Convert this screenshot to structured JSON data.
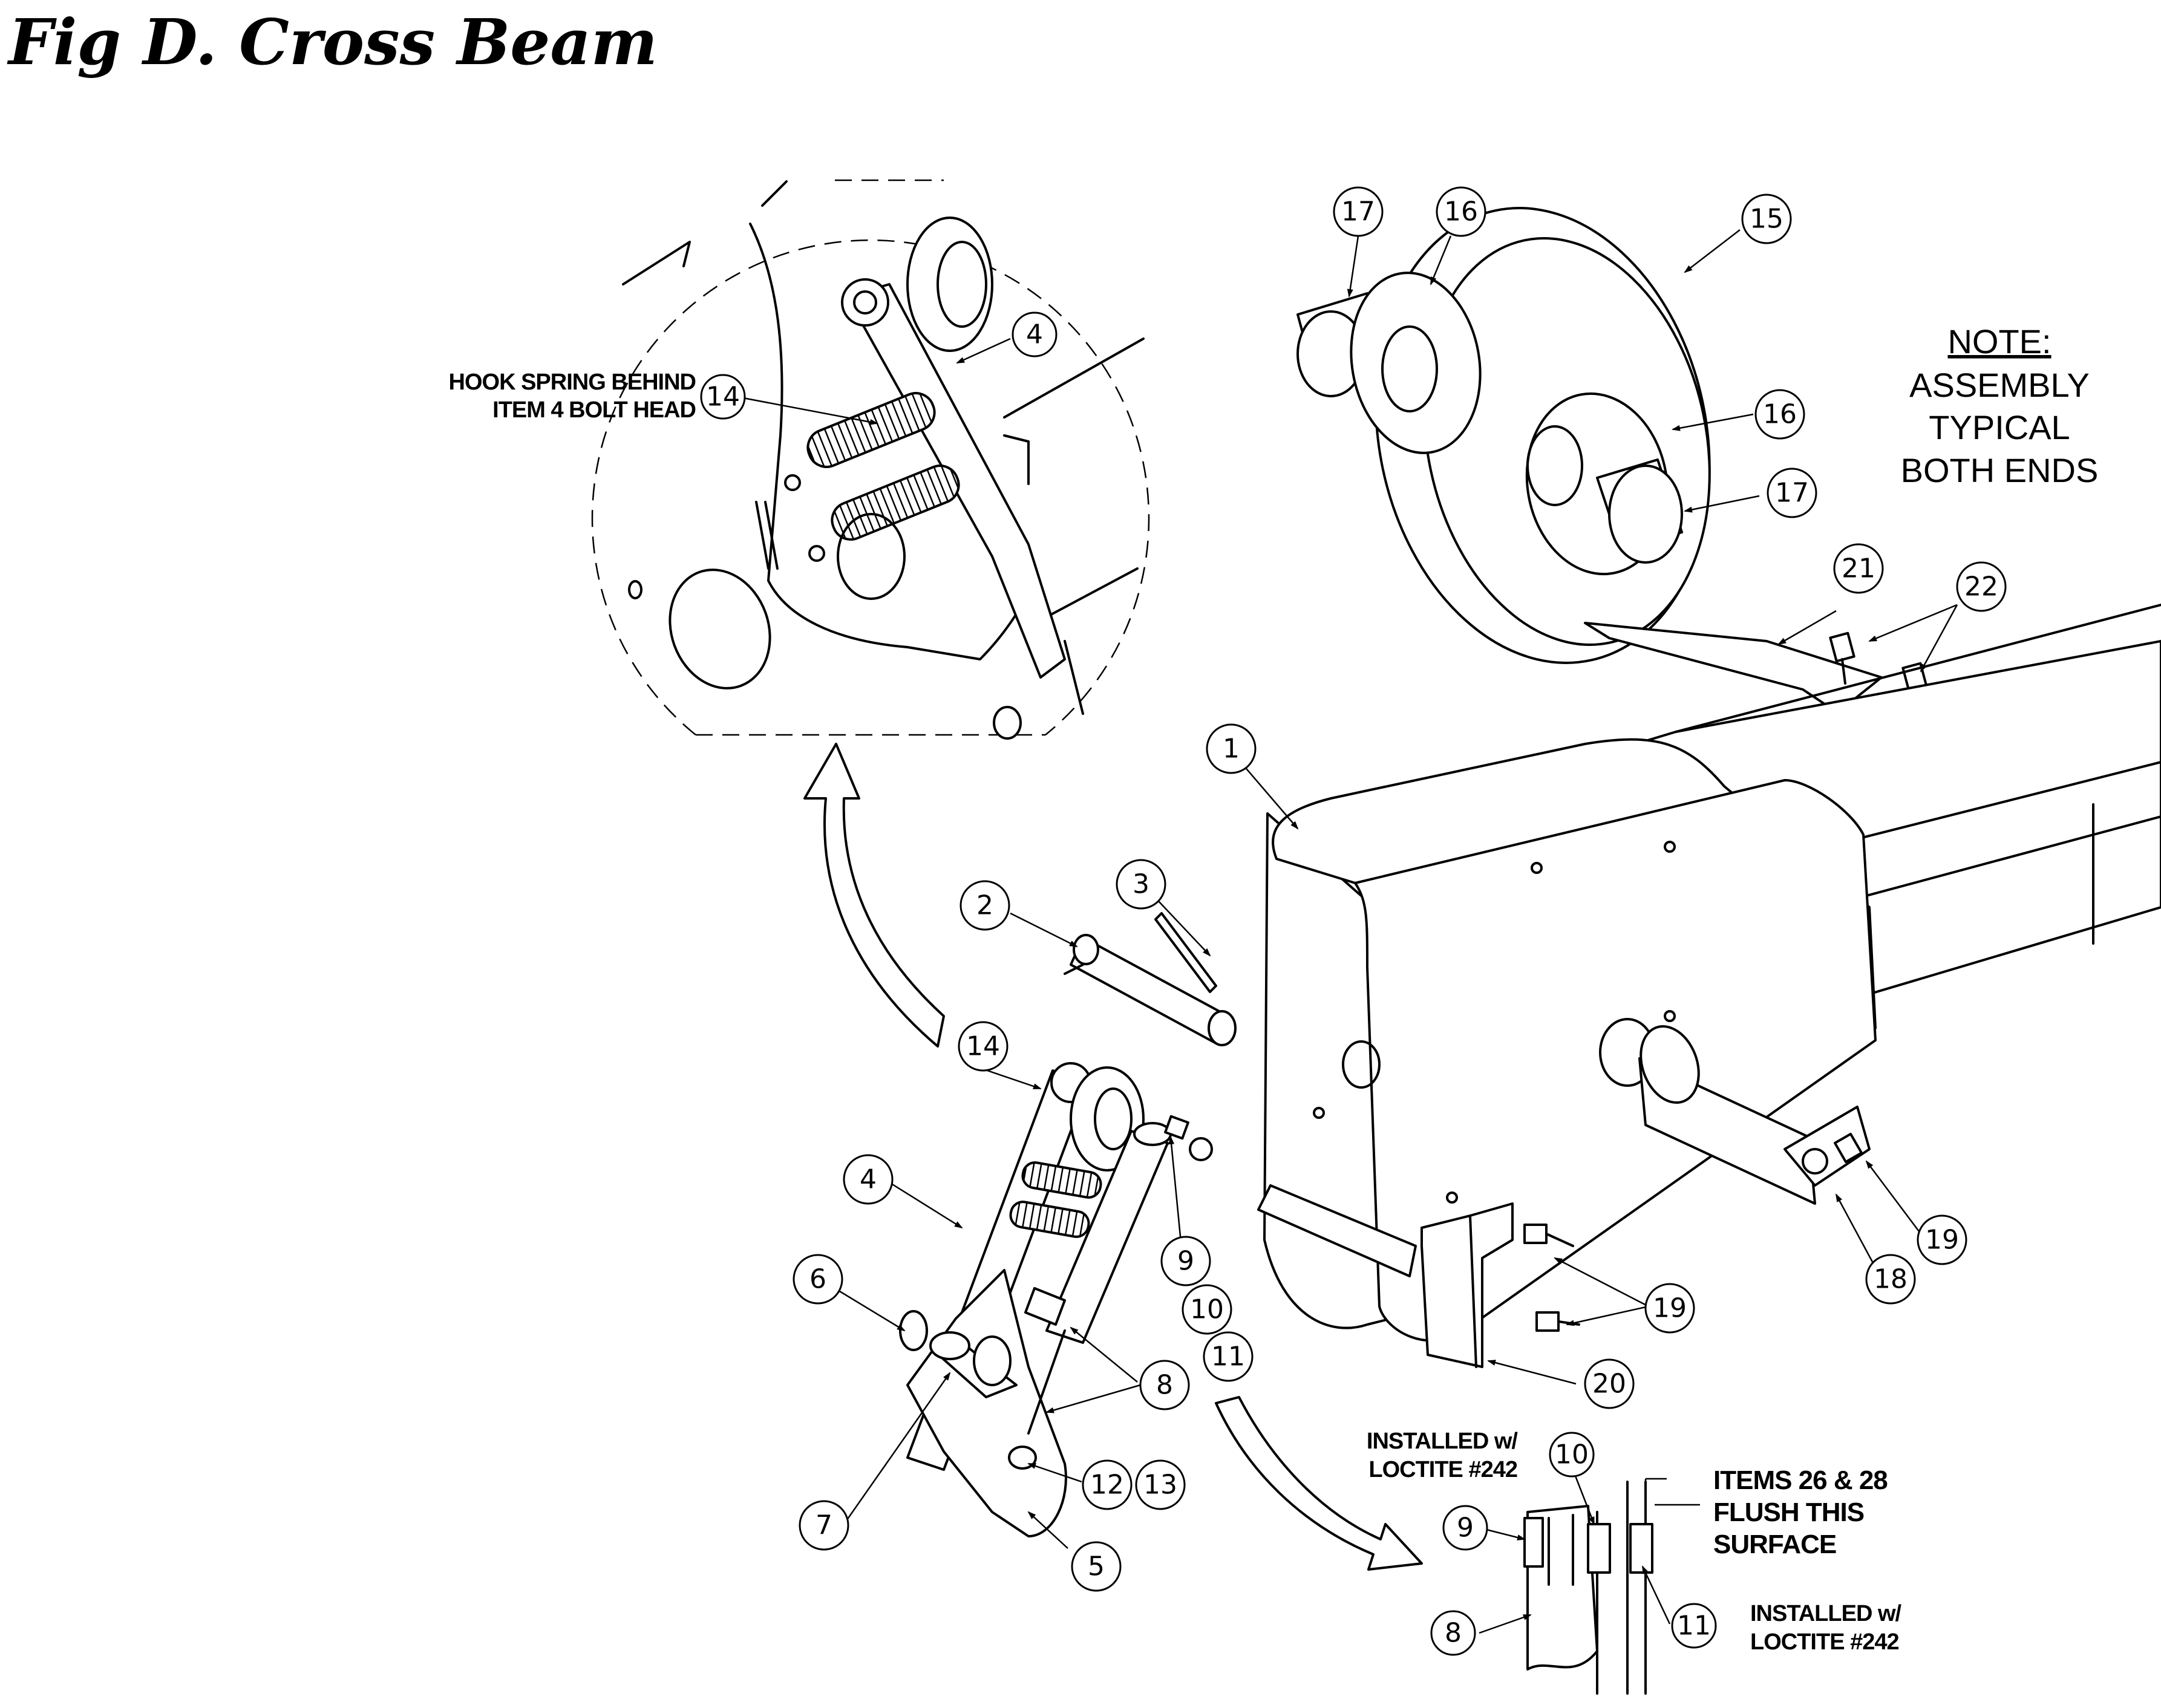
{
  "figure": {
    "title": "Fig D.  Cross Beam"
  },
  "notes": {
    "hook_spring_line1": "HOOK SPRING BEHIND",
    "hook_spring_line2": "ITEM 4 BOLT HEAD",
    "note_heading": "NOTE:",
    "note_line1": "ASSEMBLY",
    "note_line2": "TYPICAL",
    "note_line3": "BOTH ENDS",
    "installed_10_line1": "INSTALLED w/",
    "installed_10_line2": "LOCTITE #242",
    "flush_line1": "ITEMS 26 & 28",
    "flush_line2": "FLUSH THIS",
    "flush_line3": "SURFACE",
    "installed_11_line1": "INSTALLED w/",
    "installed_11_line2": "LOCTITE #242"
  },
  "balloons": {
    "b14_detail": "14",
    "b4_detail": "4",
    "b17_top": "17",
    "b16_top": "16",
    "b15": "15",
    "b16_mid": "16",
    "b17_mid": "17",
    "b21": "21",
    "b22": "22",
    "b1": "1",
    "b2": "2",
    "b3": "3",
    "b14_main": "14",
    "b4_main": "4",
    "b6": "6",
    "b9": "9",
    "b10": "10",
    "b11": "11",
    "b8": "8",
    "b12": "12",
    "b13": "13",
    "b7": "7",
    "b5": "5",
    "b18": "18",
    "b19_right": "19",
    "b19_mid": "19",
    "b20": "20",
    "b10_inset": "10",
    "b9_inset": "9",
    "b8_inset": "8",
    "b11_inset": "11"
  }
}
